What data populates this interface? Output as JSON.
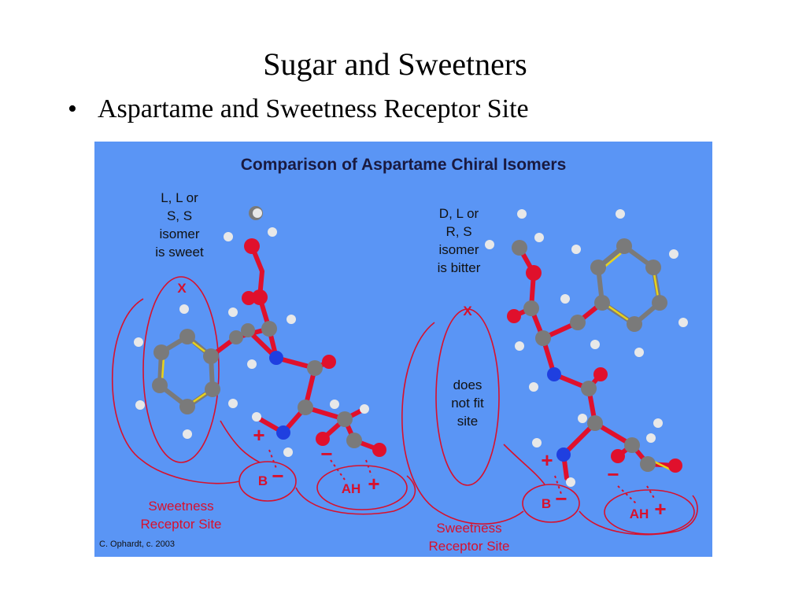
{
  "slide": {
    "title": "Sugar and Sweetners",
    "bullet": "Aspartame and Sweetness Receptor Site"
  },
  "figure": {
    "title": "Comparison of Aspartame Chiral Isomers",
    "left_isomer": {
      "label_lines": [
        "L, L or",
        "S, S",
        "isomer",
        "is sweet"
      ],
      "site_x": "X",
      "site_b": "B",
      "site_ah": "AH",
      "plus": "+",
      "minus": "−",
      "receptor_lines": [
        "Sweetness",
        "Receptor Site"
      ]
    },
    "right_isomer": {
      "label_lines": [
        "D, L or",
        "R, S",
        "isomer",
        "is bitter"
      ],
      "site_x": "X",
      "misfit_lines": [
        "does",
        "not fit",
        "site"
      ],
      "site_b": "B",
      "site_ah": "AH",
      "plus": "+",
      "minus": "−",
      "receptor_lines": [
        "Sweetness",
        "Receptor Site"
      ]
    },
    "credit": "C. Ophardt, c. 2003",
    "colors": {
      "background": "#5a95f5",
      "bond": "#e0102c",
      "carbon": "#7a7a7a",
      "hydrogen": "#e8e8e8",
      "oxygen": "#e0102c",
      "nitrogen": "#1f3fe0",
      "site_outline": "#d8102c"
    }
  }
}
